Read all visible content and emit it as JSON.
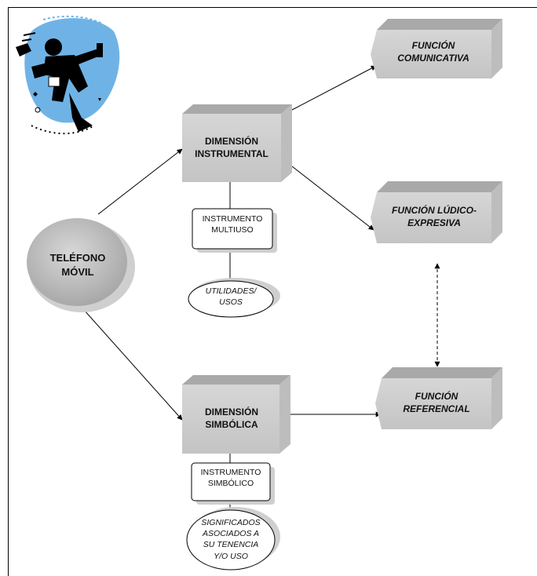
{
  "nodes": {
    "telefono": "TELÉFONO MÓVIL",
    "dim_instrumental": "DIMENSIÓN INSTRUMENTAL",
    "dim_simbolica": "DIMENSIÓN SIMBÓLICA",
    "instrumento_multiuso": "INSTRUMENTO MULTIUSO",
    "utilidades": "UTILIDADES/ USOS",
    "instrumento_simbolico": "INSTRUMENTO SIMBÓLICO",
    "significados": "SIGNIFICADOS ASOCIADOS A SU TENENCIA Y/O USO",
    "funcion_comunicativa": "FUNCIÓN COMUNICATIVA",
    "funcion_ludico": "FUNCIÓN LÚDICO-EXPRESIVA",
    "funcion_referencial": "FUNCIÓN REFERENCIAL"
  },
  "colors": {
    "box_face": "#cfcfcf",
    "box_top": "#a9a9a9",
    "box_side": "#bdbdbd",
    "shadow": "#d9d9d9",
    "clipart_blue": "#6fb3e6"
  },
  "clipart": "person-with-phone-icon"
}
